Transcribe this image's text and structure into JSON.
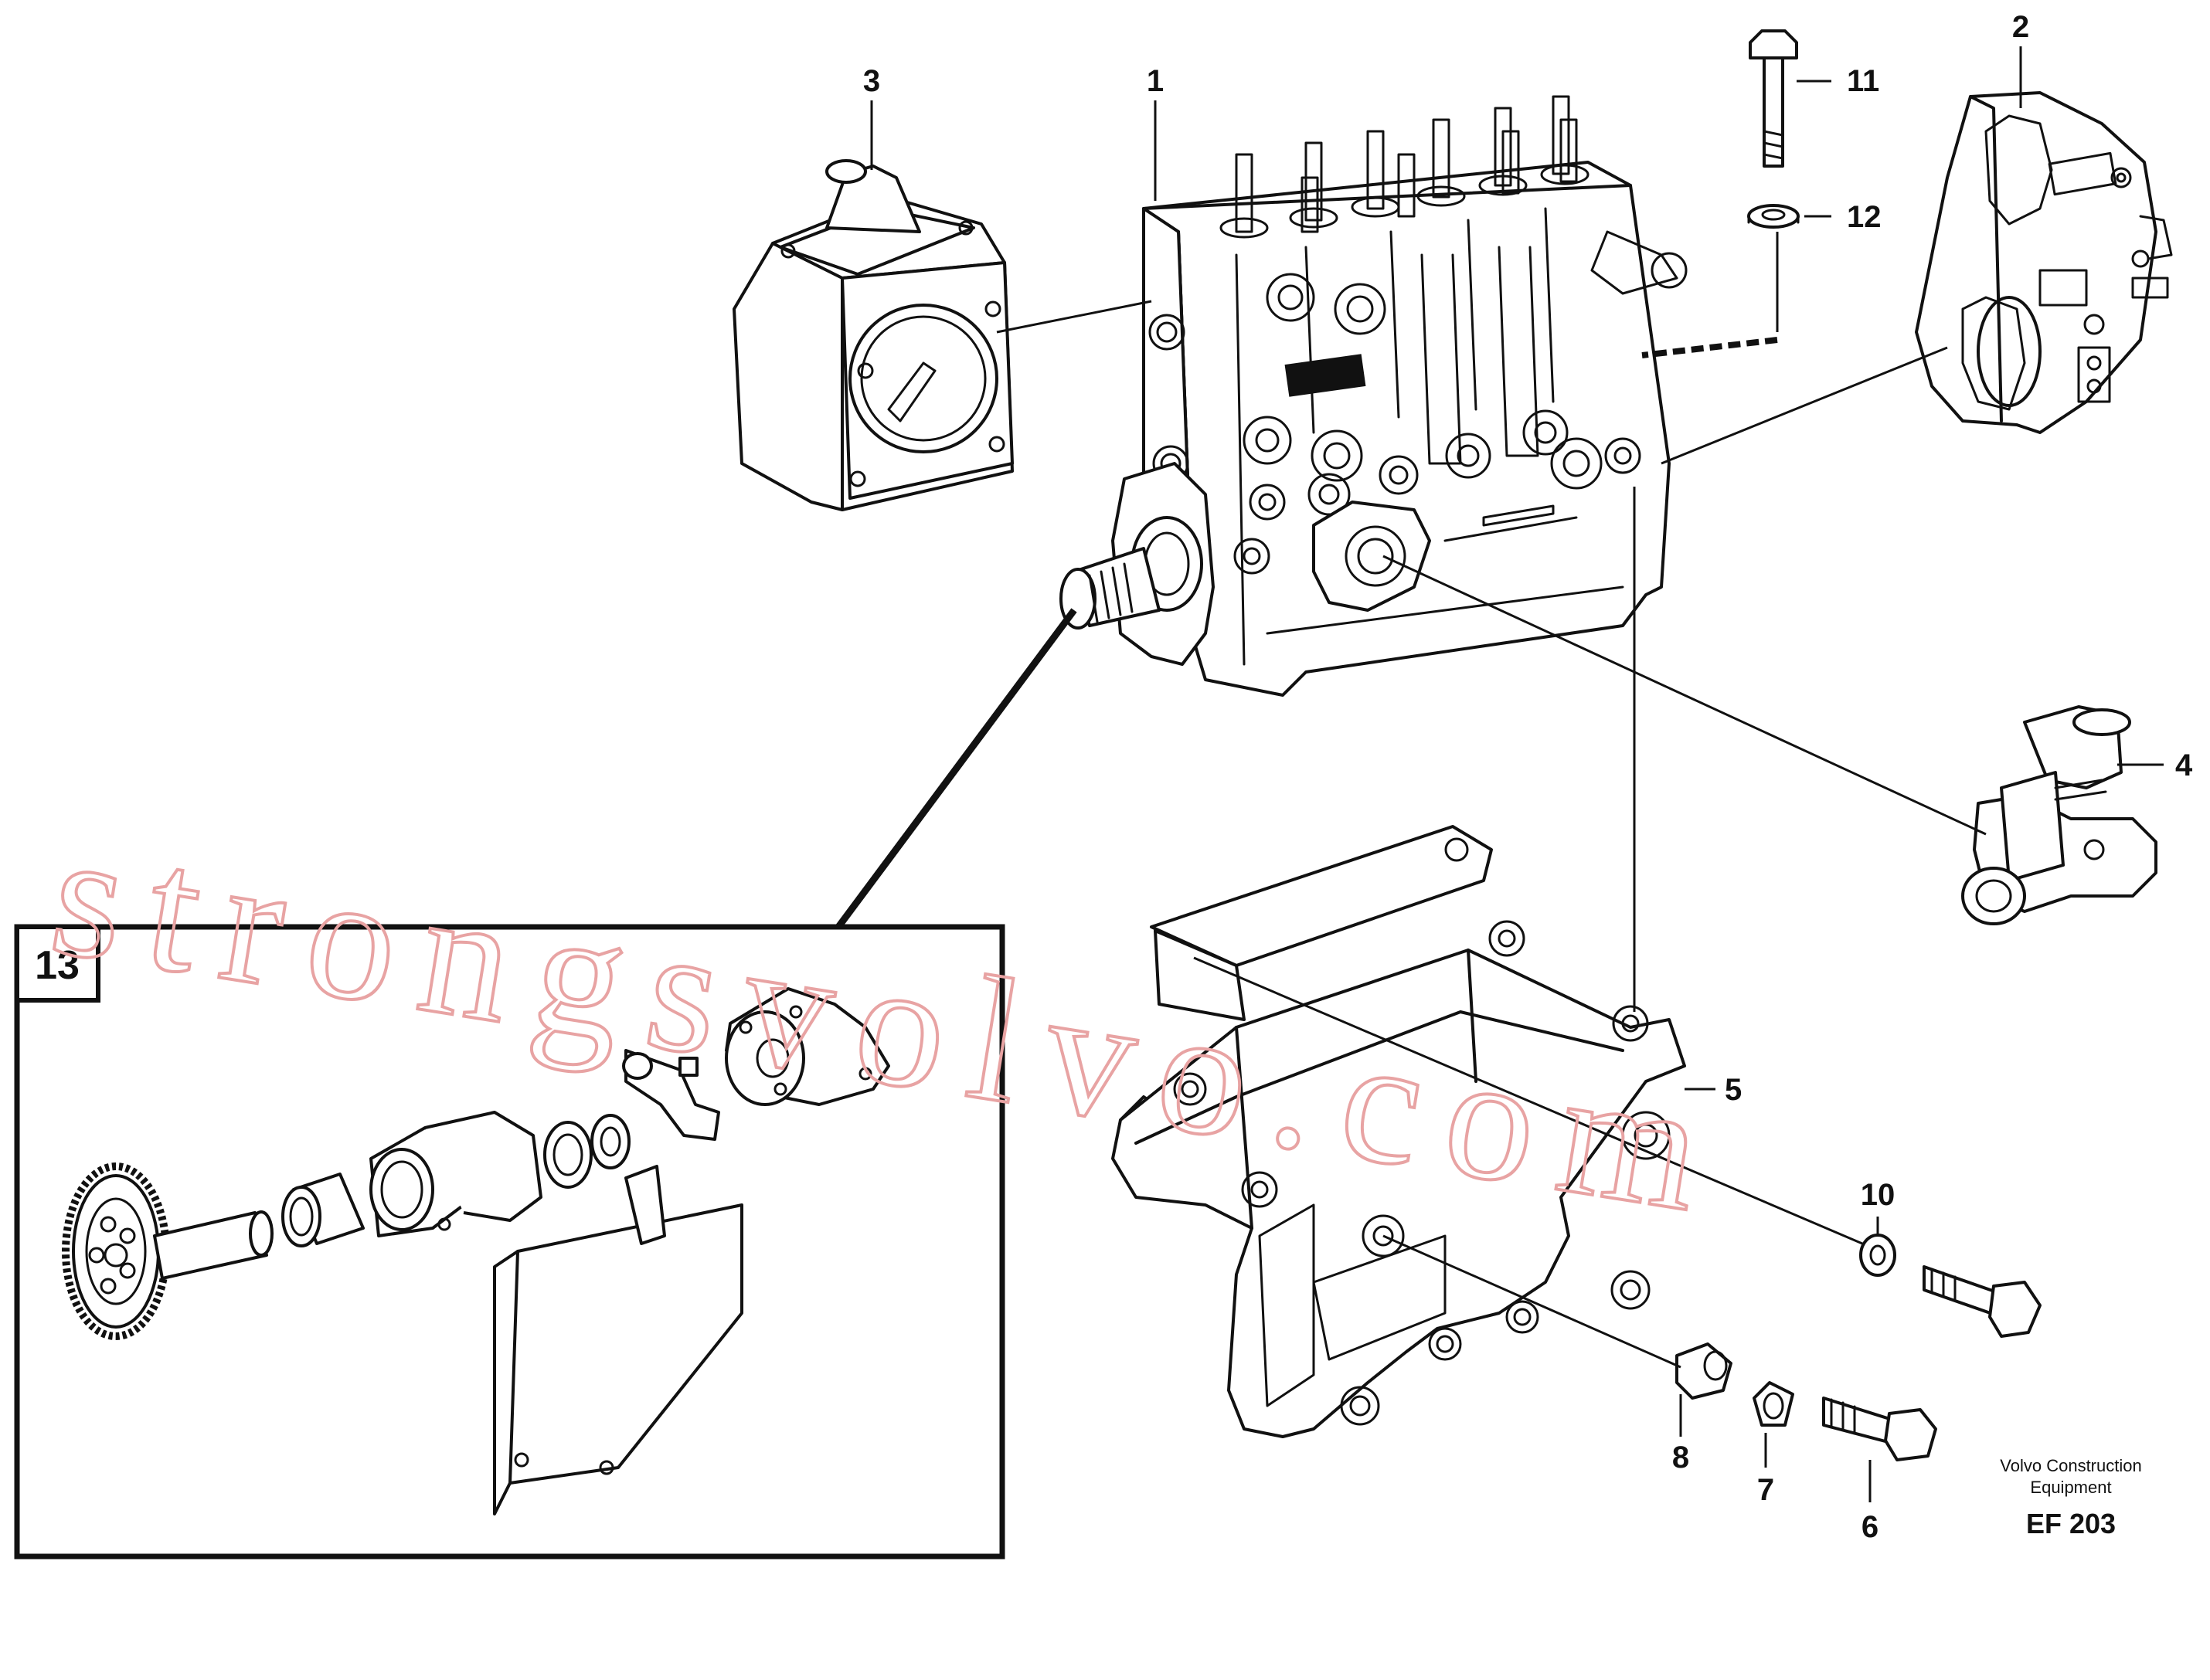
{
  "callouts": {
    "c1": "1",
    "c2": "2",
    "c3": "3",
    "c4": "4",
    "c5": "5",
    "c6": "6",
    "c7": "7",
    "c8": "8",
    "c10": "10",
    "c11": "11",
    "c12": "12"
  },
  "detail_box": {
    "label": "13"
  },
  "credit": {
    "line1": "Volvo Construction",
    "line2": "Equipment"
  },
  "figure_code": "EF 203",
  "watermark": "strongsvolvo.com",
  "colors": {
    "ink": "#111111",
    "watermark": "#e8a3a3",
    "background": "#ffffff"
  }
}
